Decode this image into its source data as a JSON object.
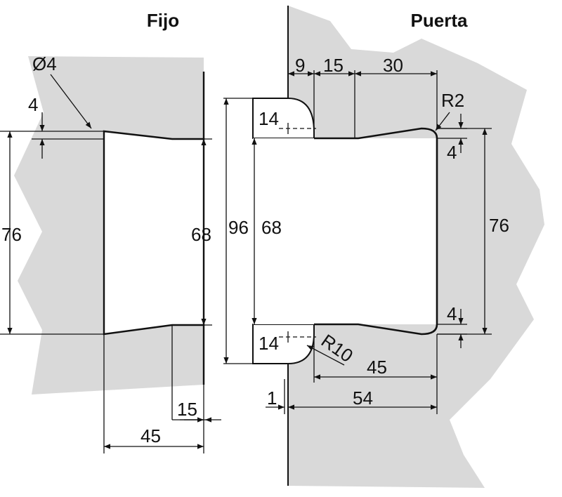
{
  "titles": {
    "left": "Fijo",
    "right": "Puerta"
  },
  "colors": {
    "glass": "#d9d9d9",
    "ink": "#111111",
    "background": "#ffffff"
  },
  "fijo": {
    "hole_diameter": "Ø4",
    "edge_offset": "4",
    "height_outer": "76",
    "height_inner": "68",
    "depth": "15",
    "width": "45"
  },
  "puerta": {
    "top_left": "9",
    "top_mid": "15",
    "top_right": "30",
    "radius_corner": "R2",
    "radius_notch": "R10",
    "notch_top": "14",
    "notch_bottom": "14",
    "edge_top": "4",
    "edge_bottom": "4",
    "height_total": "96",
    "height_inner": "68",
    "height_outer": "76",
    "width_inner": "45",
    "width_outer": "54",
    "gap": "1"
  }
}
